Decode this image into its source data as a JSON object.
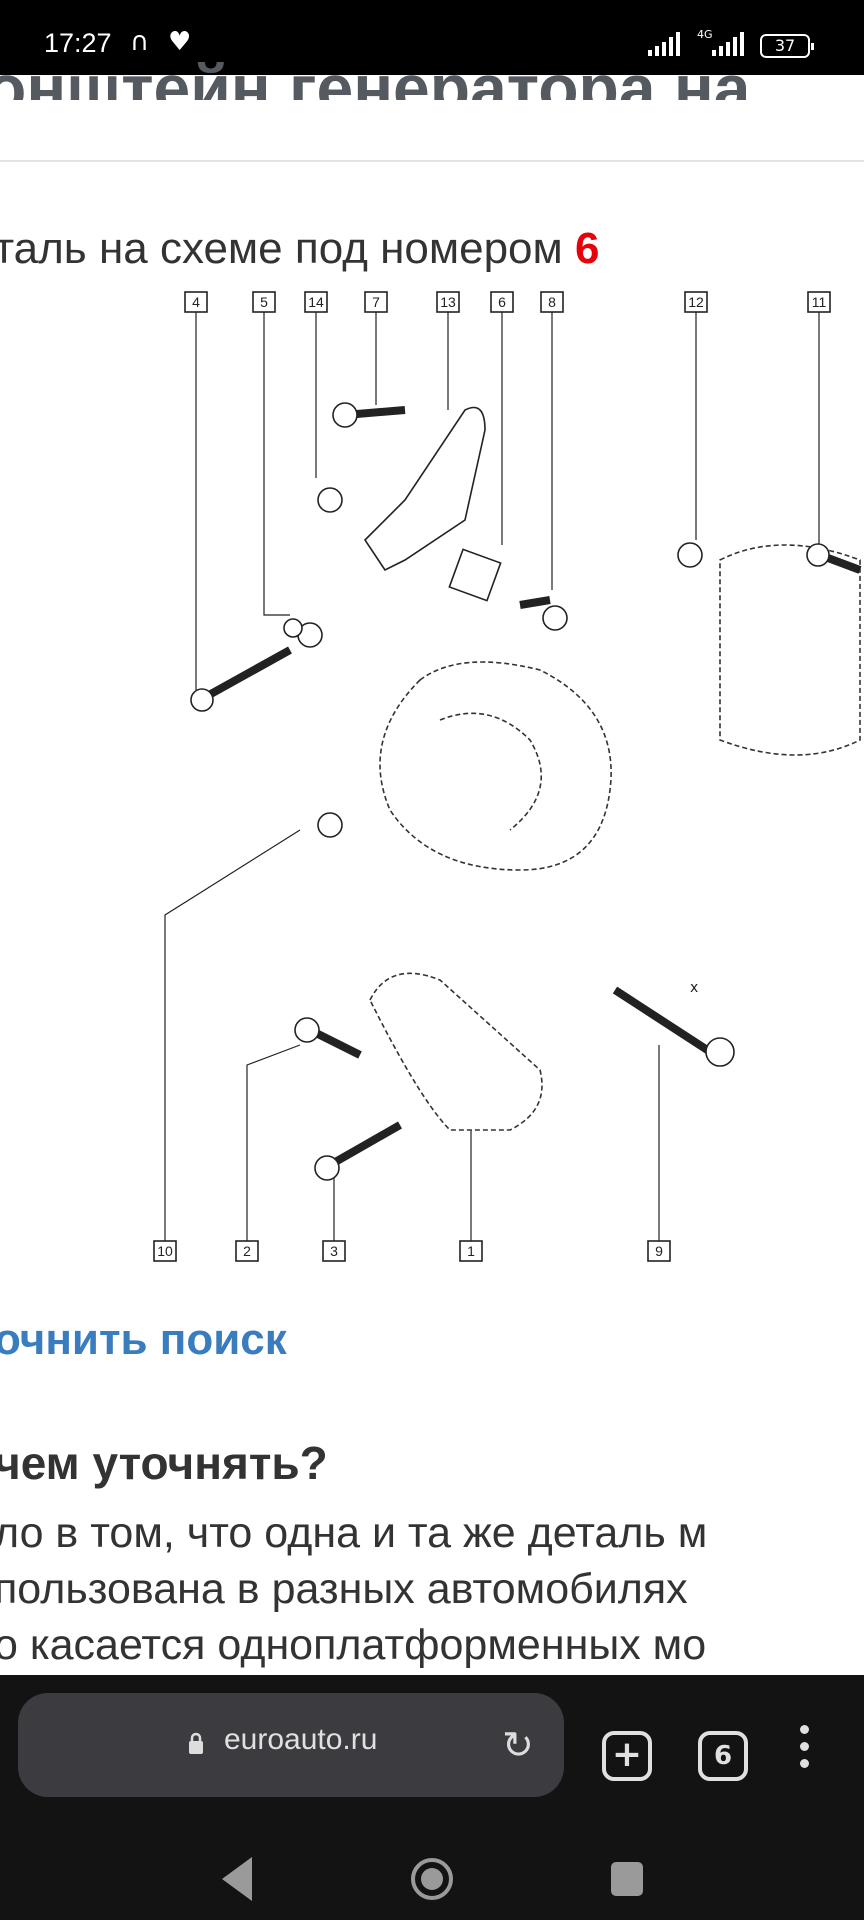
{
  "status_bar": {
    "time": "17:27",
    "network": "4G",
    "battery": "37"
  },
  "page": {
    "title_partial": "онштейн генератора на",
    "intro_text": "таль на схеме под номером",
    "intro_number": "6",
    "diagram": {
      "top_labels": [
        "4",
        "5",
        "14",
        "7",
        "13",
        "6",
        "8",
        "12",
        "11"
      ],
      "bottom_labels": [
        "10",
        "2",
        "3",
        "1",
        "9"
      ],
      "dimension_label": "x"
    },
    "refine_link": "очнить поиск",
    "heading": "чем уточнять?",
    "body_lines": [
      "ло в том, что одна и та же деталь м",
      "пользована в разных автомобилях",
      "о касается одноплатформенных мо"
    ]
  },
  "browser": {
    "url": "euroauto.ru",
    "tab_count": "6"
  }
}
